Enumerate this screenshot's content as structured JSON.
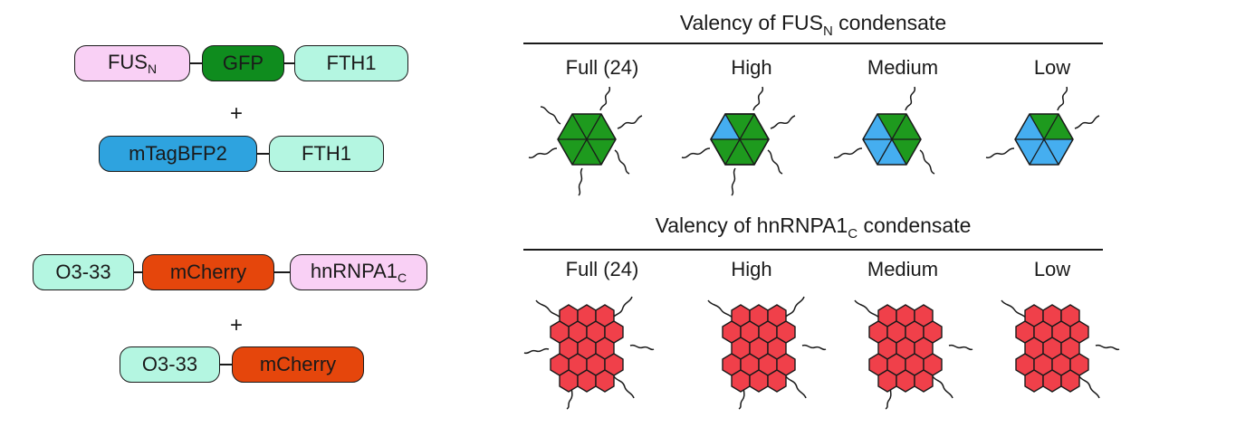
{
  "constructs": {
    "fus": {
      "row1": {
        "fus_main": "FUS",
        "fus_sub": "N",
        "gfp": "GFP",
        "fth1": "FTH1"
      },
      "plus": "+",
      "row2": {
        "bfp": "mTagBFP2",
        "fth1": "FTH1"
      }
    },
    "hnrnp": {
      "row1": {
        "o333": "O3-33",
        "mcherry": "mCherry",
        "hn_main": "hnRNPA1",
        "hn_sub": "C"
      },
      "plus": "+",
      "row2": {
        "o333": "O3-33",
        "mcherry": "mCherry"
      }
    }
  },
  "fus_panel": {
    "title_main": "Valency of FUS",
    "title_sub": "N",
    "title_tail": " condensate",
    "levels": [
      "Full (24)",
      "High",
      "Medium",
      "Low"
    ]
  },
  "hnrnp_panel": {
    "title_main": "Valency of hnRNPA1",
    "title_sub": "C",
    "title_tail": " condensate",
    "levels": [
      "Full (24)",
      "High",
      "Medium",
      "Low"
    ]
  },
  "colors": {
    "fus": "#f9d0f5",
    "gfp": "#0f8c1e",
    "fth1": "#b4f6e1",
    "bfp": "#2ea3df",
    "o333": "#b4f6e1",
    "mcherry": "#e5460c",
    "hnrnp": "#f9d0f5",
    "hex_green": "#1e9a1e",
    "hex_blue": "#45aef0",
    "hex_red": "#f0404a"
  },
  "icons": {
    "ferritin_particle": "hexagon-6-triangles-with-tails",
    "o333_particle": "hexagon-cluster-with-tails"
  }
}
